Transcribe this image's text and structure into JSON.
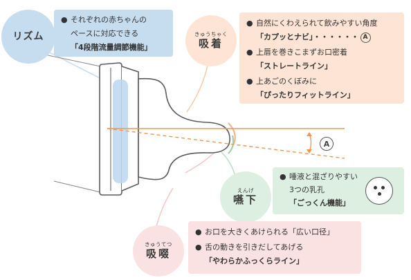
{
  "colors": {
    "rhythm": "#c6dcef",
    "latch": "#fde4d4",
    "swallow": "#dcefe0",
    "suck": "#fbe2e2",
    "orange_line": "#ef9652",
    "nipple_outline": "#5a5a5a"
  },
  "rhythm": {
    "label": "リズム",
    "lines": [
      "それぞれの赤ちゃんの",
      "ペースに対応できる",
      "「4段階流量調節機能」"
    ]
  },
  "latch": {
    "ruby": "きゅうちゃく",
    "label": "吸着",
    "items": [
      {
        "line1": "自然にくわえられて飲みやすい角度",
        "line2": "「カプッとナビ」・・・・・・",
        "mark": "A"
      },
      {
        "line1": "上唇を巻きこまずお口密着",
        "line2": "「ストレートライン」"
      },
      {
        "line1": "上あごのくぼみに",
        "line2": "「ぴったりフィットライン」"
      }
    ]
  },
  "angle_marker": "A",
  "swallow": {
    "ruby": "えんげ",
    "label": "嚥下",
    "item": {
      "line1": "唾液と混ざりやすい",
      "line2": "3つの乳孔",
      "line3": "「ごっくん機能」"
    },
    "icon": "three-holes-icon"
  },
  "suck": {
    "ruby": "きゅうてつ",
    "label": "吸啜",
    "items": [
      {
        "line1": "お口を大きくあけられる「広い口径」"
      },
      {
        "line1": "舌の動きを引きだしてあげる",
        "line2": "「やわらかふっくらライン」"
      }
    ]
  }
}
